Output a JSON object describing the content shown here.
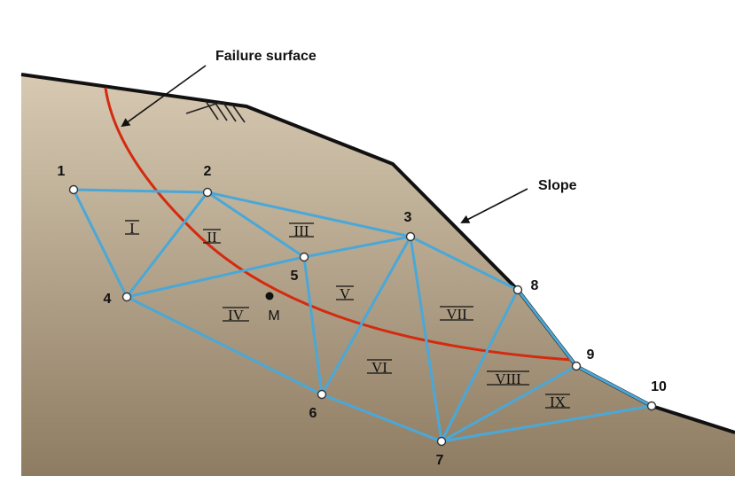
{
  "labels": {
    "failure_surface": "Failure surface",
    "slope": "Slope",
    "point_m": "M"
  },
  "nodes": [
    "1",
    "2",
    "3",
    "4",
    "5",
    "6",
    "7",
    "8",
    "9",
    "10"
  ],
  "elements": [
    "I",
    "II",
    "III",
    "IV",
    "V",
    "VI",
    "VII",
    "VIII",
    "IX"
  ],
  "colors": {
    "mesh": "#4aa8d8",
    "failure_surface": "#d42a0f",
    "ground_surface": "#111111",
    "soil_top": "#d7c9b2",
    "soil_bottom": "#8e7c62"
  }
}
